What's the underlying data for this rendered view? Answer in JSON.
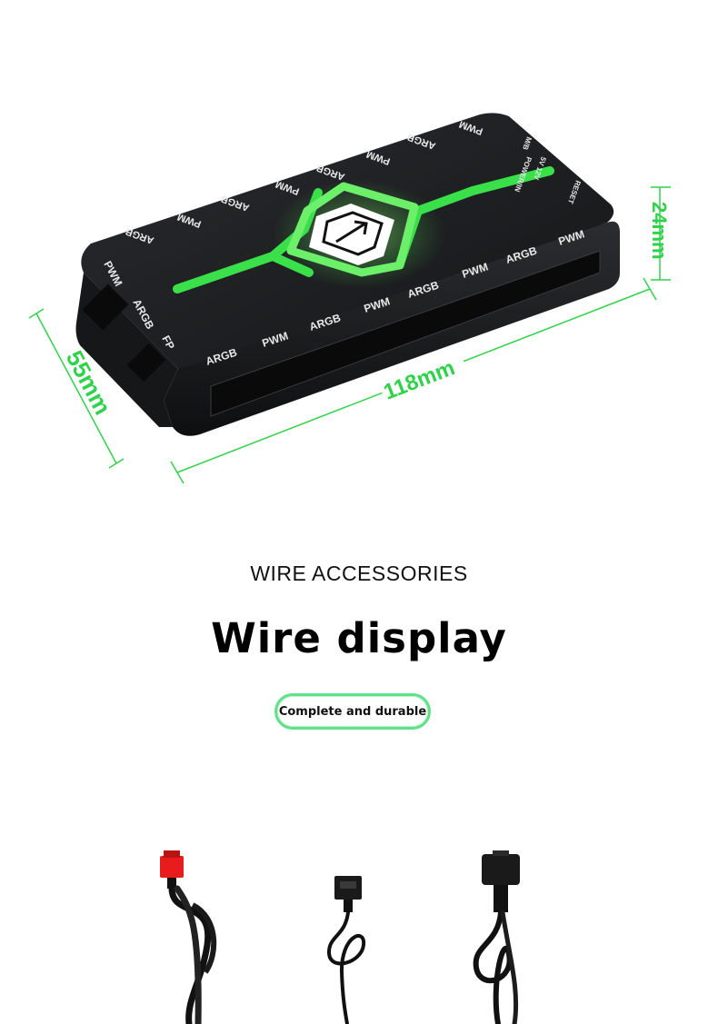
{
  "device": {
    "top_labels": [
      "ARGB",
      "PWM",
      "ARGB",
      "PWM",
      "ARGB",
      "PWM",
      "ARGB",
      "PWM"
    ],
    "front_labels": [
      "ARGB",
      "PWM",
      "ARGB",
      "PWM",
      "ARGB",
      "PWM",
      "ARGB",
      "PWM"
    ],
    "side_labels": [
      "PWM",
      "ARGB",
      "FP"
    ],
    "corner_labels": [
      "M/B",
      "POWER/IN",
      "5V 12V",
      "RESET"
    ],
    "accent_color": "#39e04a",
    "body_color": "#1c1d1f"
  },
  "dimensions": {
    "length": "118mm",
    "width": "55mm",
    "height": "24mm",
    "line_color": "#2fd24a"
  },
  "section": {
    "kicker": "WIRE ACCESSORIES",
    "title": "Wire display",
    "badge": "Complete and durable",
    "badge_border_color": "#5fe08a"
  },
  "cables": [
    {
      "name": "sata-power-cable",
      "connector_color": "#e81c1c"
    },
    {
      "name": "pwm-fan-cable",
      "connector_color": "#1a1a1a"
    },
    {
      "name": "argb-cable",
      "connector_color": "#1a1a1a"
    }
  ]
}
